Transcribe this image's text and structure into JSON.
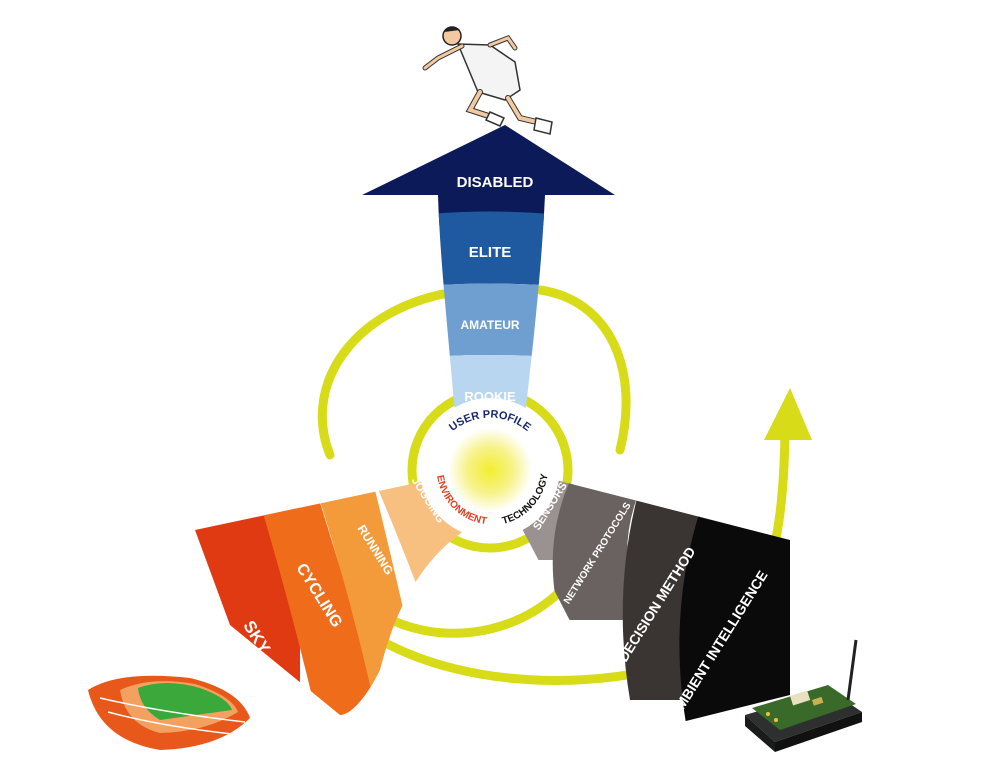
{
  "diagram": {
    "hub": {
      "labels": {
        "user_profile": "USER PROFILE",
        "environment": "ENVIRONMENT",
        "technology": "TECHNOLOGY"
      },
      "colors": {
        "user_profile": "#1a2a6c",
        "environment": "#e04020",
        "technology": "#111111",
        "hub_glow": "#e6e62a"
      }
    },
    "arms": {
      "user_profile": {
        "levels": [
          "DISABLED",
          "ELITE",
          "AMATEUR",
          "ROOKIE"
        ],
        "colors": [
          "#0d1a5a",
          "#1f5aa0",
          "#6f9fd0",
          "#b8d6f0"
        ]
      },
      "environment": {
        "levels": [
          "SKY",
          "CYCLING",
          "RUNNING",
          "JOGGING"
        ],
        "colors": [
          "#e03a12",
          "#ef6c1a",
          "#f39a3a",
          "#f7c080"
        ]
      },
      "technology": {
        "levels": [
          "AMBIENT INTELLIGENCE",
          "DECISION METHOD",
          "NETWORK PROTOCOLS",
          "SENSORS"
        ],
        "colors": [
          "#0a0a0a",
          "#3a3432",
          "#6a6260",
          "#9a9290"
        ]
      }
    },
    "ring_color": "#d8dc18",
    "icons": [
      "runner-icon",
      "running-track-icon",
      "sensor-board-icon",
      "growth-arrow-icon"
    ]
  }
}
